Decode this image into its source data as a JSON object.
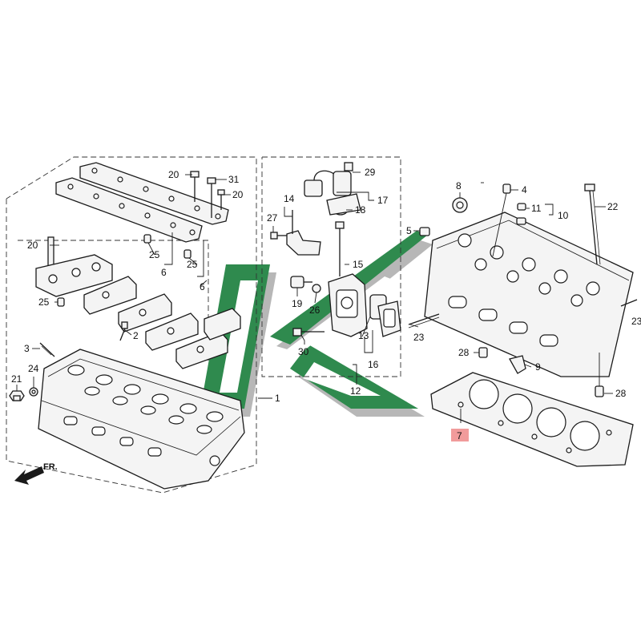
{
  "direction_label": "FR.",
  "highlight_color": "#ee8a8a",
  "watermark": {
    "letter": "K",
    "colors": [
      "#2f8a4e",
      "#b7b7b7"
    ]
  },
  "callouts": {
    "c1": "1",
    "c2": "2",
    "c3": "3",
    "c4": "4",
    "c5": "5",
    "c6a": "6",
    "c6b": "6",
    "c7": "7",
    "c8": "8",
    "c9": "9",
    "c10": "10",
    "c11": "11",
    "c12": "12",
    "c13": "13",
    "c14": "14",
    "c15": "15",
    "c16": "16",
    "c17": "17",
    "c18": "18",
    "c19": "19",
    "c20a": "20",
    "c20b": "20",
    "c20c": "20",
    "c21": "21",
    "c22": "22",
    "c23a": "23",
    "c23b": "23",
    "c24": "24",
    "c25a": "25",
    "c25b": "25",
    "c25c": "25",
    "c26": "26",
    "c27": "27",
    "c28a": "28",
    "c28b": "28",
    "c29": "29",
    "c30": "30",
    "c31": "31"
  }
}
